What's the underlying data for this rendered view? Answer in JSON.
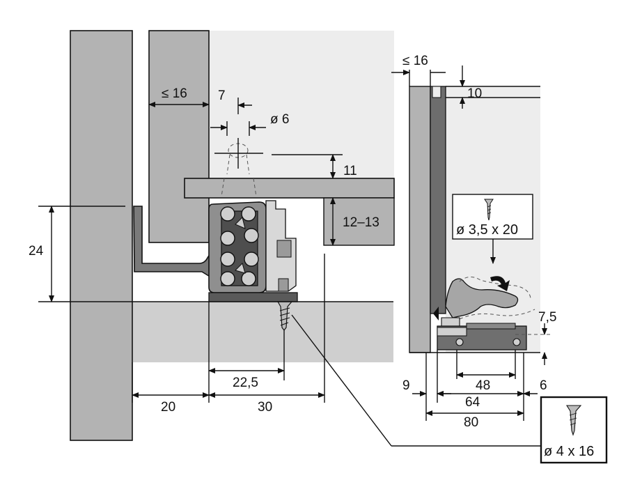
{
  "dimensions": {
    "side_thickness_left": "≤ 16",
    "hole_offset": "7",
    "hole_diameter": "ø 6",
    "bottom_thickness": "11",
    "bottom_recess": "12–13",
    "runner_height": "24",
    "runner_screw_offset": "22,5",
    "cabinet_setback": "20",
    "runner_depth": "30",
    "side_thickness_right": "≤ 16",
    "top_offset": "10",
    "clip_height": "7,5",
    "rear_offset": "9",
    "hole_spacing": "48",
    "front_offset": "6",
    "clip_length_mid": "64",
    "clip_length_total": "80"
  },
  "screw_labels": {
    "clip_screw": "ø 3,5 x 20",
    "runner_screw": "ø 4 x 16"
  },
  "colors": {
    "panel_gray": "#b3b3b3",
    "light_panel": "#ededed",
    "floor_gray": "#cfcfcf",
    "rail_dark": "#6d6d6d",
    "line": "#111111"
  },
  "icons": [
    "screw-icon-clip",
    "screw-icon-runner",
    "direction-arrow-icon"
  ]
}
